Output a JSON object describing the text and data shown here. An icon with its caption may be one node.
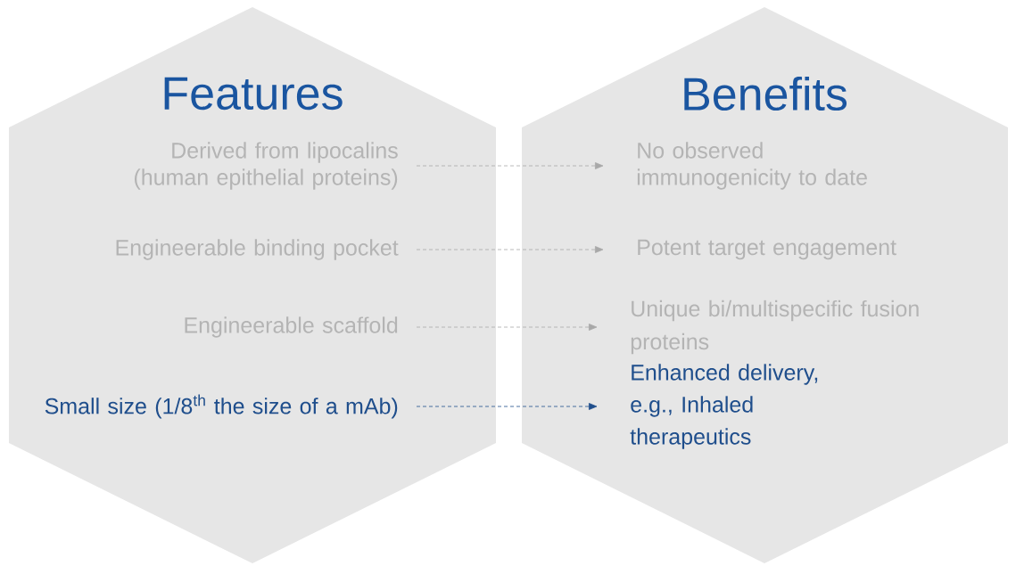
{
  "diagram": {
    "nodes": [
      {
        "text": [
          "Features"
        ]
      },
      {
        "text": [
          "Benefits"
        ]
      },
      {
        "text": [
          "Derived from lipocalins (human epithelial proteins)"
        ],
        "in": 0
      },
      {
        "text": [
          "Engineerable binding pocket"
        ],
        "in": 0
      },
      {
        "text": [
          "Engineerable scaffold"
        ],
        "in": 0
      },
      {
        "text": [
          "Small size (1/8$^{th}$ the size of a mAb)"
        ],
        "in": 0
      },
      {
        "text": [
          "No observed immunogenicity to date"
        ],
        "in": 1
      },
      {
        "text": [
          "Potent target engagement"
        ],
        "in": 1
      },
      {
        "text": [
          "Unique bi/multispecific fusion proteins"
        ],
        "in": 1
      },
      {
        "text": [
          "Enhanced delivery, e.g., Inhaled therapeutics"
        ],
        "in": 1
      }
    ],
    "edges": [
      {
        "from": 2,
        "to": 6,
        "arrow": "to",
        "style": "dashed"
      },
      {
        "from": 3,
        "to": 7,
        "arrow": "to",
        "style": "dashed"
      },
      {
        "from": 4,
        "to": 8,
        "arrow": "to",
        "style": "dashed"
      },
      {
        "from": 5,
        "to": 9,
        "arrow": "to",
        "style": "dashed",
        "color": "#1f4e8c"
      }
    ]
  }
}
